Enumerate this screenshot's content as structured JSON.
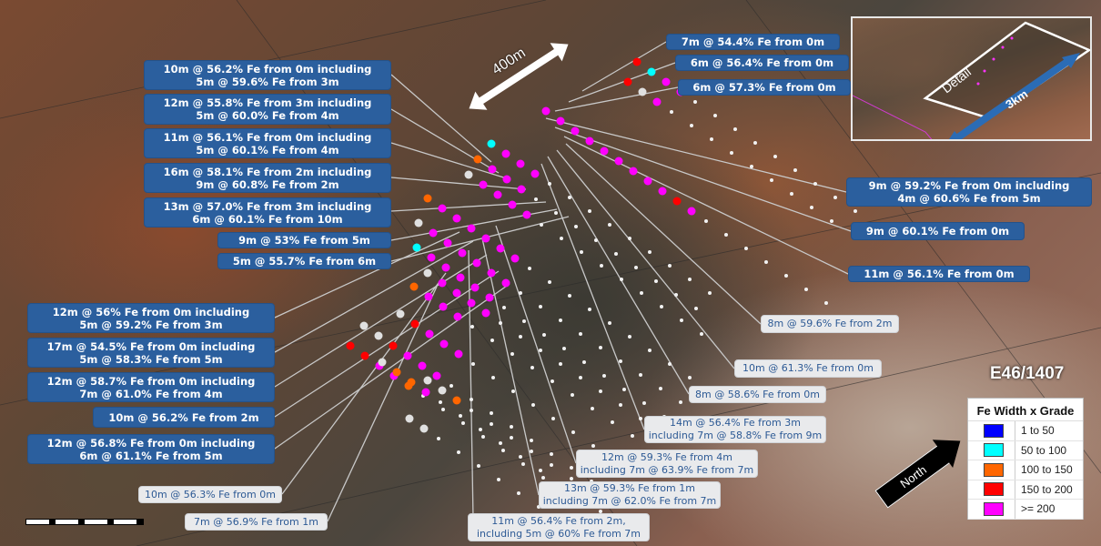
{
  "tenement_id": "E46/1407",
  "distance_marker": "400m",
  "inset": {
    "detail_label": "Detail",
    "scale_label": "3km"
  },
  "north_label": "North",
  "legend": {
    "title": "Fe Width x Grade",
    "items": [
      {
        "label": "1 to 50",
        "color": "#0000ff"
      },
      {
        "label": "50 to 100",
        "color": "#00ffff"
      },
      {
        "label": "100 to 150",
        "color": "#ff6600"
      },
      {
        "label": "150 to 200",
        "color": "#ff0000"
      },
      {
        "label": ">= 200",
        "color": "#ff00ff"
      }
    ]
  },
  "intercepts_blue": [
    {
      "line1": "10m @ 56.2% Fe from 0m including",
      "line2": "5m @ 59.6% Fe from 3m"
    },
    {
      "line1": "12m @ 55.8% Fe from 3m including",
      "line2": "5m @ 60.0% Fe from 4m"
    },
    {
      "line1": "11m @ 56.1% Fe from 0m including",
      "line2": "5m @ 60.1% Fe from 4m"
    },
    {
      "line1": "16m @ 58.1% Fe from 2m including",
      "line2": "9m @ 60.8% Fe from 2m"
    },
    {
      "line1": "13m @ 57.0% Fe from 3m including",
      "line2": "6m @ 60.1% Fe from 10m"
    },
    {
      "line1": "9m @ 53% Fe from 5m"
    },
    {
      "line1": "5m @ 55.7% Fe from 6m"
    },
    {
      "line1": "12m @ 56% Fe from 0m including",
      "line2": "5m @ 59.2% Fe from 3m"
    },
    {
      "line1": "17m @ 54.5% Fe from 0m including",
      "line2": "5m @ 58.3% Fe from 5m"
    },
    {
      "line1": "12m @ 58.7% Fe from 0m including",
      "line2": "7m @ 61.0% Fe from 4m"
    },
    {
      "line1": "10m @ 56.2% Fe from 2m"
    },
    {
      "line1": "12m @ 56.8% Fe from 0m including",
      "line2": "6m @ 61.1% Fe from 5m"
    },
    {
      "line1": "7m @ 54.4% Fe from 0m"
    },
    {
      "line1": "6m @ 56.4% Fe from 0m"
    },
    {
      "line1": "6m @ 57.3% Fe from 0m"
    },
    {
      "line1": "9m @ 59.2% Fe from 0m including",
      "line2": "4m @ 60.6% Fe from 5m"
    },
    {
      "line1": "9m @ 60.1% Fe from 0m"
    },
    {
      "line1": "11m @ 56.1% Fe from 0m"
    }
  ],
  "intercepts_white": [
    {
      "line1": "8m @ 59.6% Fe from 2m"
    },
    {
      "line1": "10m @ 61.3% Fe from 0m"
    },
    {
      "line1": "8m @ 58.6% Fe from 0m"
    },
    {
      "line1": "14m @ 56.4% Fe from 3m",
      "line2": "including 7m @ 58.8% Fe from 9m"
    },
    {
      "line1": "12m @ 59.3% Fe from 4m",
      "line2": "including 7m @ 63.9% Fe from 7m"
    },
    {
      "line1": "13m @ 59.3% Fe from 1m",
      "line2": "including 7m @ 62.0% Fe from 7m"
    },
    {
      "line1": "11m @ 56.4% Fe from 2m,",
      "line2": "including 5m @ 60% Fe from 7m"
    },
    {
      "line1": "10m @ 56.3% Fe from 0m"
    },
    {
      "line1": "7m @ 56.9% Fe from 1m"
    }
  ]
}
